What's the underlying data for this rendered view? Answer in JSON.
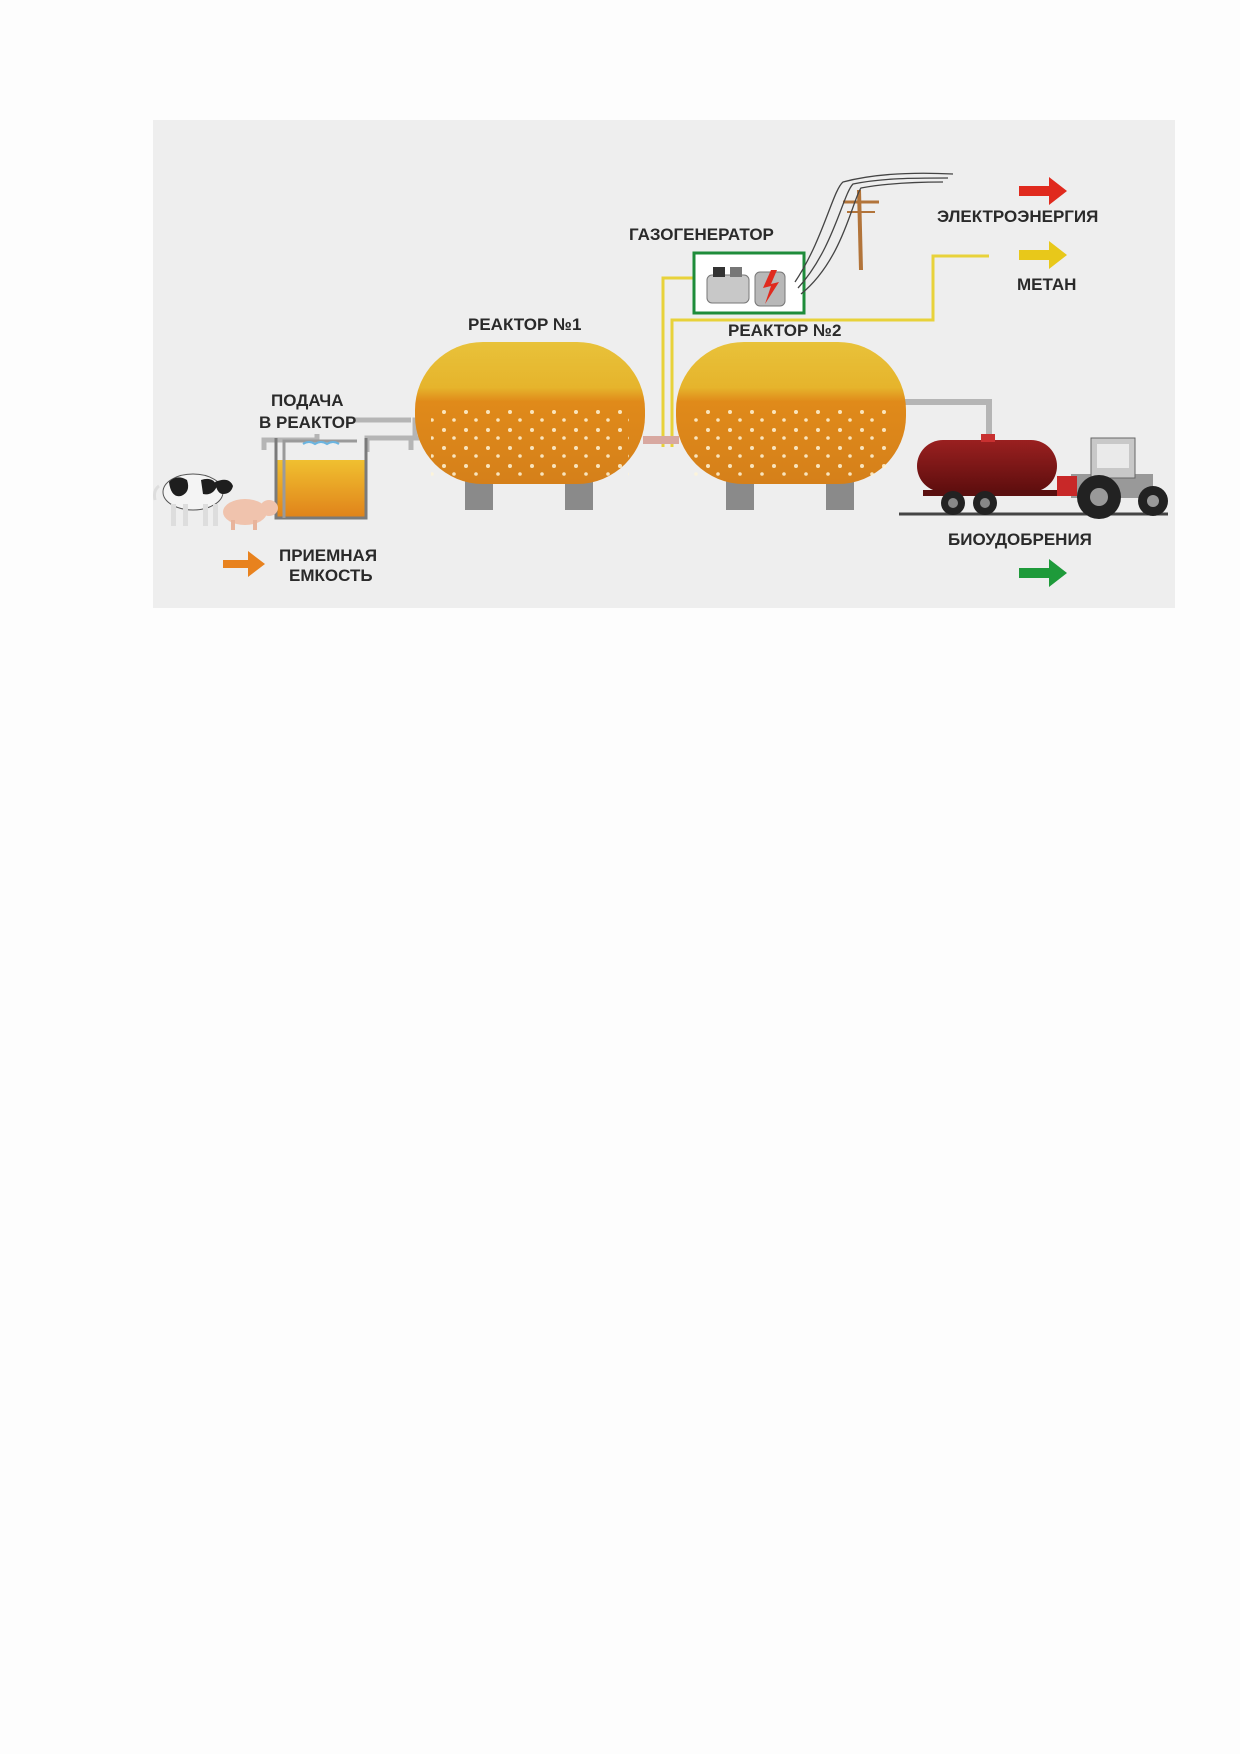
{
  "labels": {
    "feed_to_reactor_line1": "ПОДАЧА",
    "feed_to_reactor_line2": "В РЕАКТОР",
    "reactor1": "РЕАКТОР №1",
    "reactor2": "РЕАКТОР №2",
    "gas_generator": "ГАЗОГЕНЕРАТОР",
    "electricity": "ЭЛЕКТРОЭНЕРГИЯ",
    "methane": "МЕТАН",
    "receiving_tank_line1": "ПРИЕМНАЯ",
    "receiving_tank_line2": "ЕМКОСТЬ",
    "biofertilizer": "БИОУДОБРЕНИЯ"
  },
  "colors": {
    "background_panel": "#eeeeee",
    "reactor_top": "#e8c23a",
    "reactor_mid": "#e59b1e",
    "reactor_bottom": "#d07a12",
    "pipe": "#b5b5b5",
    "gas_pipe": "#e8d23a",
    "generator_frame": "#1e8c3a",
    "arrow_electricity": "#e02a1e",
    "arrow_methane": "#e8c81a",
    "arrow_input": "#e8821e",
    "arrow_biofertilizer": "#1e9a3a",
    "trailer_tank": "#7a1414"
  },
  "icons": [
    "cow-icon",
    "pig-icon",
    "generator-icon",
    "power-pole-icon",
    "tractor-icon",
    "trailer-tank-icon"
  ]
}
